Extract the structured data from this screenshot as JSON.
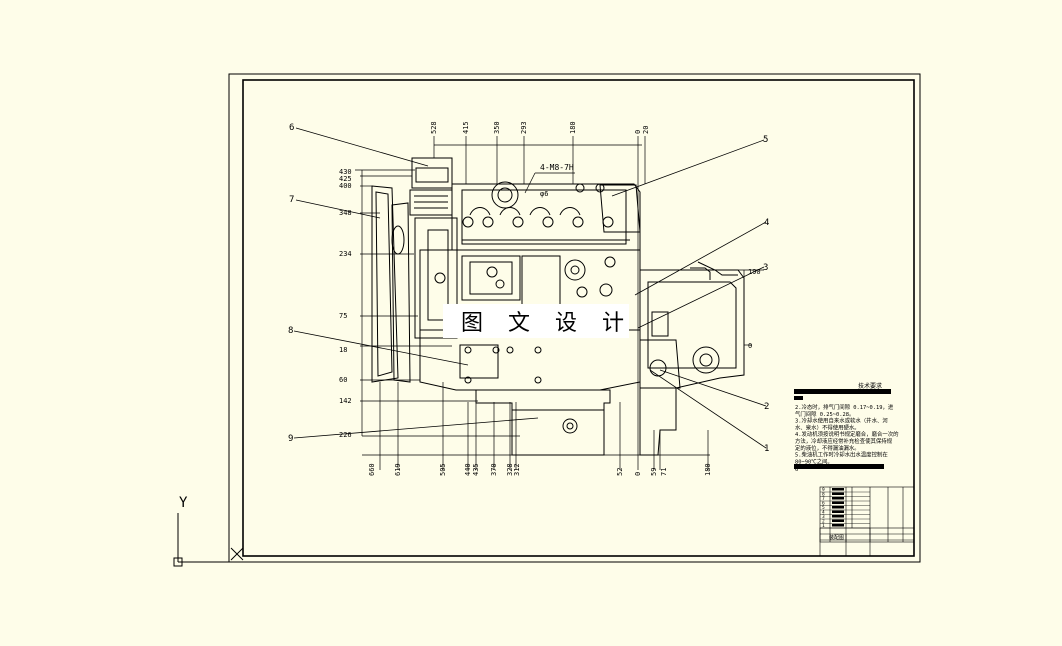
{
  "colors": {
    "background": "#fefde9",
    "ink": "#000000",
    "watermark_bg": "#ffffff"
  },
  "watermark": "图 文 设 计",
  "ucs_icon": {
    "y_label": "Y"
  },
  "callouts": [
    "1",
    "2",
    "3",
    "4",
    "5",
    "6",
    "7",
    "8",
    "9"
  ],
  "top_dimensions": [
    "528",
    "415",
    "350",
    "293",
    "180",
    "0",
    "20"
  ],
  "left_dimensions": [
    "430",
    "425",
    "400",
    "348",
    "234",
    "75",
    "18",
    "60",
    "142",
    "226"
  ],
  "bottom_dimensions": [
    "660",
    "619",
    "505",
    "440",
    "435",
    "370",
    "328",
    "312",
    "52",
    "0",
    "59",
    "71",
    "180"
  ],
  "right_dimensions": [
    "190",
    "0"
  ],
  "annotations": [
    "4-M8-7H",
    "φ6"
  ],
  "tech_notes": {
    "title": "技术要求",
    "lines": [
      "1",
      "2.冷态时，排气门间隙  0.17~0.19，进",
      "气门间隙  0.25~0.28。",
      "3.冷却水使用自来水或软水（井水、河",
      "水、泉水）不得使用硬水。",
      "4.发动机须按说明书规定磨合，磨合一次的",
      "方法，冷却液应经常补充检查使其保持规",
      "定的液位，不得漏油漏水。",
      "5.柴油机工作时冷却水出水温度控制在",
      "80~90℃之间。",
      "6"
    ]
  },
  "bom_rows": [
    "9",
    "8",
    "7",
    "6",
    "5",
    "4",
    "3",
    "2",
    "1"
  ],
  "title_block": {
    "name": "装配图"
  }
}
